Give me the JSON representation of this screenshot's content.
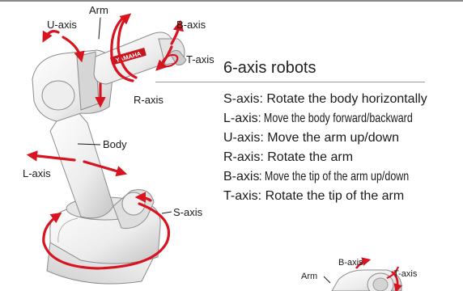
{
  "diagram": {
    "title": "6-axis robots",
    "brand_logo_text": "YAMAHA",
    "main_labels": {
      "arm": "Arm",
      "body": "Body",
      "u_axis": "U-axis",
      "b_axis": "B-axis",
      "t_axis": "T-axis",
      "r_axis": "R-axis",
      "l_axis": "L-axis",
      "s_axis": "S-axis"
    },
    "inset_labels": {
      "b_axis": "B-axis",
      "t_axis": "T-axis",
      "arm": "Arm"
    },
    "descriptions": [
      {
        "axis": "S-axis",
        "text": ": Rotate the body horizontally"
      },
      {
        "axis": "L-axis",
        "text": ": Move the body forward/backward"
      },
      {
        "axis": "U-axis",
        "text": ": Move the arm up/down"
      },
      {
        "axis": "R-axis",
        "text": ": Rotate the arm"
      },
      {
        "axis": "B-axis",
        "text": ": Move the tip of the arm up/down"
      },
      {
        "axis": "T-axis",
        "text": ": Rotate the tip of the arm"
      }
    ],
    "colors": {
      "arrow_red": "#d7141f",
      "robot_white": "#f3f3f3",
      "robot_shade": "#c9c9c9",
      "robot_outline": "#8c8c8c"
    }
  }
}
